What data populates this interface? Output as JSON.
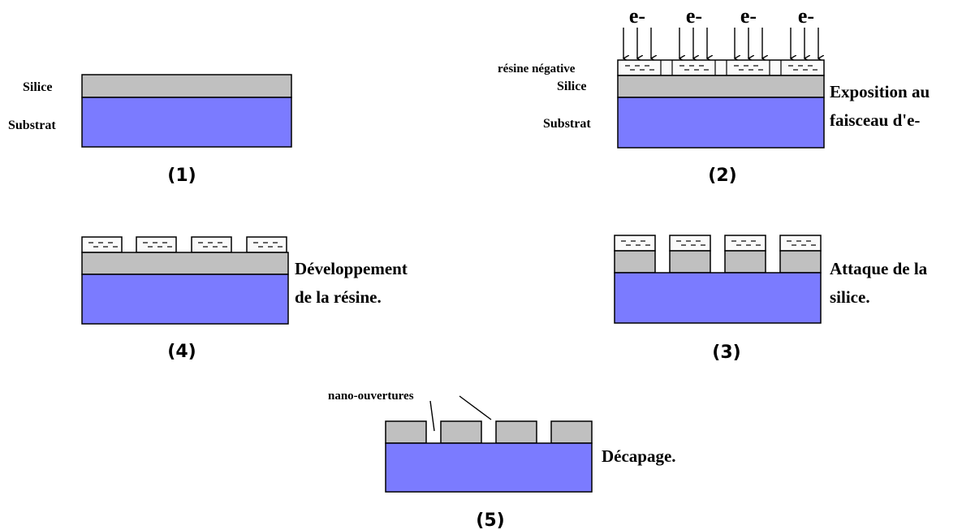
{
  "colors": {
    "silica": "#c0c0c0",
    "substrate": "#7b7bff",
    "resist": "#fafafa"
  },
  "panel1": {
    "label_silica": "Silice",
    "label_substrate": "Substrat",
    "step": "(1)"
  },
  "panel2": {
    "beam_label": "e-",
    "label_resist": "résine négative",
    "label_silica": "Silice",
    "label_substrate": "Substrat",
    "caption_line1": "Exposition au",
    "caption_line2": "faisceau d'e-",
    "step": "(2)"
  },
  "panel3": {
    "caption_line1": "Attaque de la",
    "caption_line2": "silice.",
    "step": "(3)"
  },
  "panel4": {
    "caption_line1": "Développement",
    "caption_line2": "de la résine.",
    "step": "(4)"
  },
  "panel5": {
    "label_openings": "nano-ouvertures",
    "caption": "Décapage.",
    "step": "(5)"
  }
}
